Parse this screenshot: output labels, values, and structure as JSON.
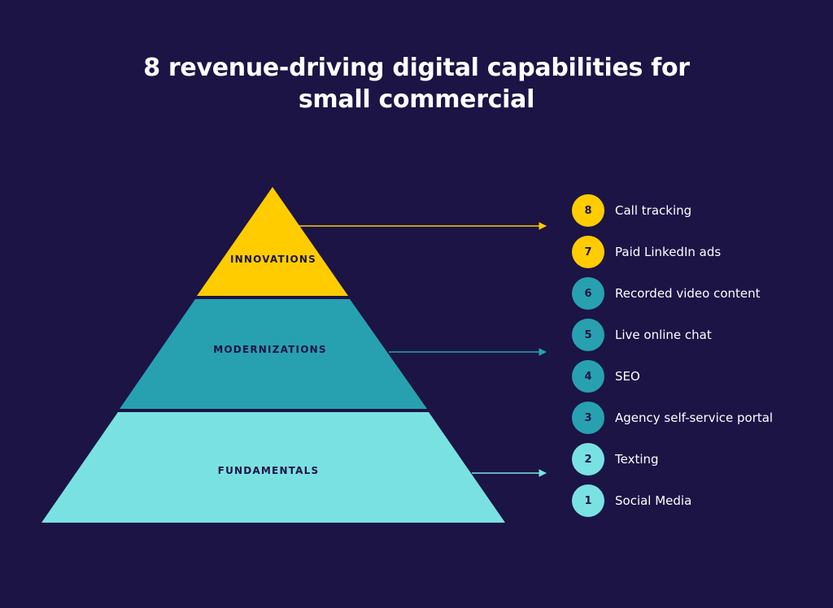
{
  "title": {
    "line1": "8 revenue-driving digital capabilities for",
    "line2": "small commercial"
  },
  "colors": {
    "background": "#1b1445",
    "innovations": "#ffcc00",
    "modernizations": "#27a1b0",
    "fundamentals": "#7ae1e2"
  },
  "pyramid": {
    "tiers": [
      {
        "id": "innovations",
        "label": "INNOVATIONS"
      },
      {
        "id": "modernizations",
        "label": "MODERNIZATIONS"
      },
      {
        "id": "fundamentals",
        "label": "FUNDAMENTALS"
      }
    ]
  },
  "capabilities": [
    {
      "number": "8",
      "label": "Call tracking",
      "tier": "innovations"
    },
    {
      "number": "7",
      "label": "Paid LinkedIn ads",
      "tier": "innovations"
    },
    {
      "number": "6",
      "label": "Recorded video content",
      "tier": "modernizations"
    },
    {
      "number": "5",
      "label": "Live online chat",
      "tier": "modernizations"
    },
    {
      "number": "4",
      "label": "SEO",
      "tier": "modernizations"
    },
    {
      "number": "3",
      "label": "Agency self-service portal",
      "tier": "modernizations"
    },
    {
      "number": "2",
      "label": "Texting",
      "tier": "fundamentals"
    },
    {
      "number": "1",
      "label": "Social Media",
      "tier": "fundamentals"
    }
  ]
}
